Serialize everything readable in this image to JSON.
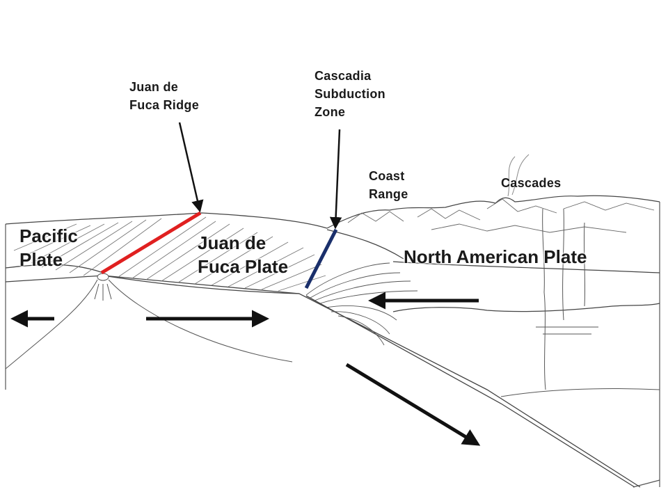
{
  "labels": {
    "juan_de_fuca_ridge": "Juan de\nFuca Ridge",
    "cascadia_subduction_zone": "Cascadia\nSubduction\nZone",
    "coast_range": "Coast\nRange",
    "cascades": "Cascades",
    "pacific_plate": "Pacific\nPlate",
    "juan_de_fuca_plate": "Juan de\nFuca Plate",
    "north_american_plate": "North American Plate"
  },
  "colors": {
    "ridge": "#e02020",
    "subduction": "#1a2f6b",
    "ink": "#1a1a1a",
    "sketch": "#555555"
  },
  "icons": {
    "motion_arrows": "arrow-icon"
  }
}
